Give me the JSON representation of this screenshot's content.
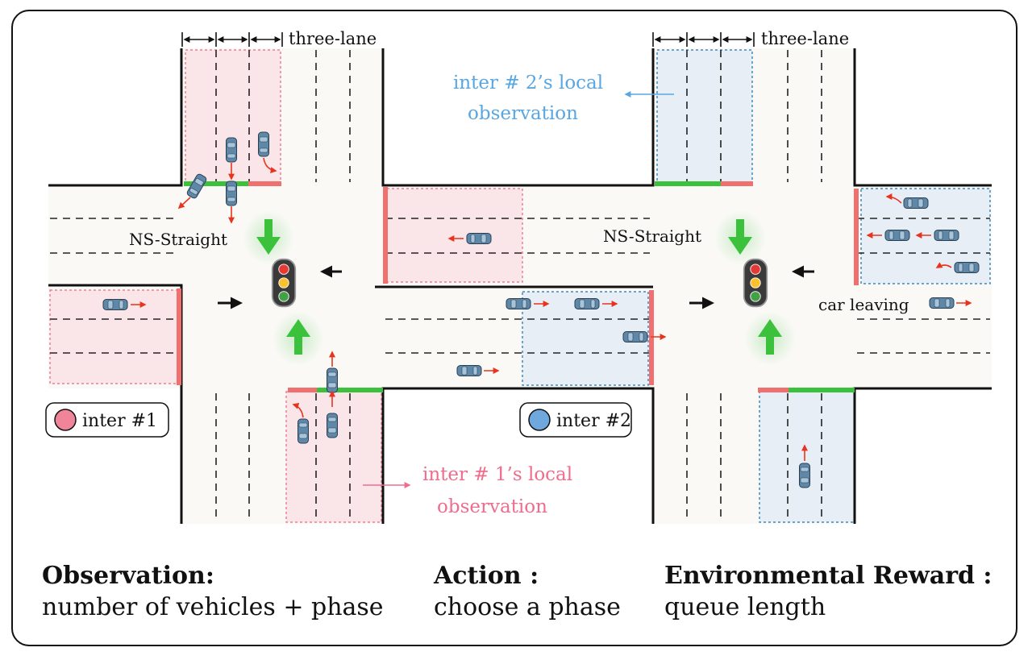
{
  "labels": {
    "three_lane": "three-lane",
    "ns_straight": "NS-Straight",
    "inter1_obs": [
      "inter # 1’s local",
      "observation"
    ],
    "inter2_obs": [
      "inter # 2’s local",
      "observation"
    ],
    "car_leaving": "car leaving",
    "inter1": "inter #1",
    "inter2": "inter #2"
  },
  "footer": {
    "observation_title": "Observation:",
    "observation_text": "number of vehicles + phase",
    "action_title": "Action :",
    "action_text": "choose a phase",
    "reward_title": "Environmental Reward :",
    "reward_text": "queue length"
  },
  "colors": {
    "inter1": "#f08498",
    "inter2": "#6fa8dc",
    "inter1_text": "#ef6d8c",
    "inter2_text": "#5aa6e0",
    "green_signal": "#3cc13c",
    "red_signal": "#f07070",
    "arrow_red": "#e8341f",
    "car": "#5f88a8"
  },
  "icons": [
    "traffic-light-icon",
    "car-icon",
    "green-arrow-icon",
    "black-arrow-icon"
  ]
}
